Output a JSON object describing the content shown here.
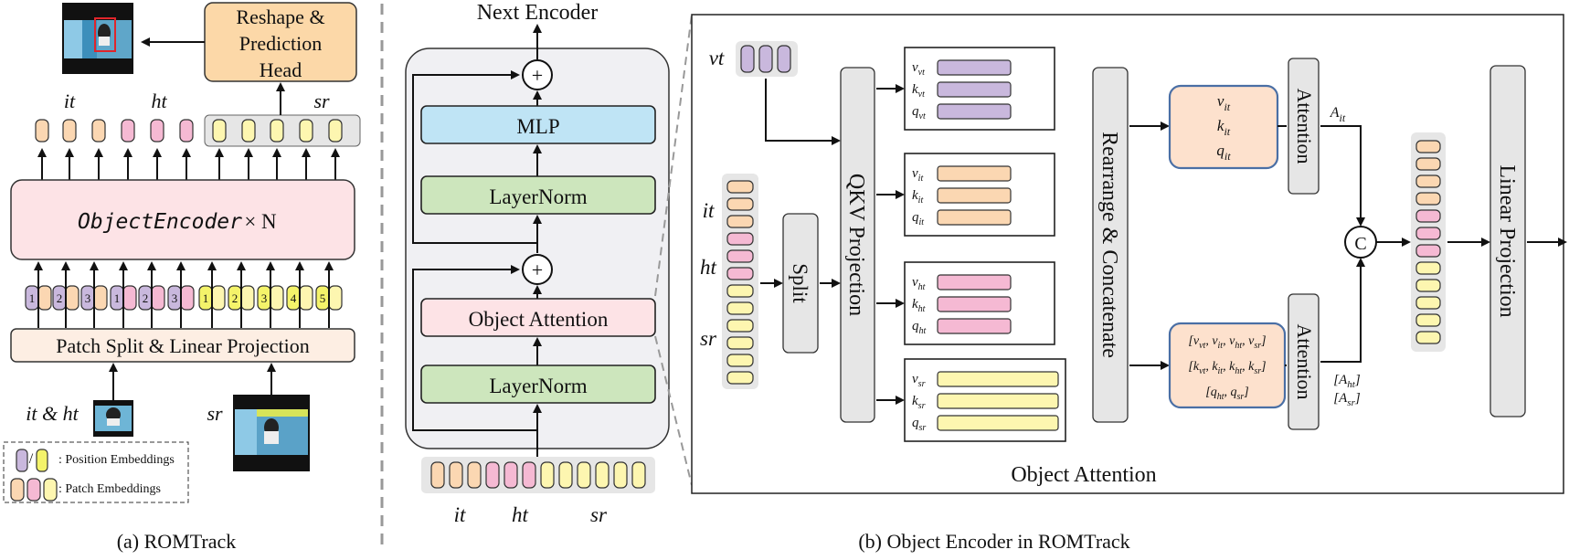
{
  "panel_a": {
    "caption": "(a) ROMTrack",
    "head_label": [
      "Reshape &",
      "Prediction",
      "Head"
    ],
    "encoder_label": "ObjectEncoder",
    "encoder_times": "× N",
    "patch_label": "Patch Split & Linear Projection",
    "tok_it": "it",
    "tok_ht": "ht",
    "tok_sr": "sr",
    "input_itht": "it & ht",
    "input_sr": "sr",
    "legend_pos": ": Position Embeddings",
    "legend_patch": ": Patch Embeddings",
    "legend_slash": "/",
    "pos_numbers": [
      "1",
      "2",
      "3",
      "1",
      "2",
      "3",
      "1",
      "2",
      "3",
      "4",
      "5"
    ]
  },
  "panel_b": {
    "caption": "(b) Object Encoder in ROMTrack",
    "next_encoder": "Next Encoder",
    "mlp": "MLP",
    "layernorm_top": "LayerNorm",
    "object_attention_block": "Object Attention",
    "layernorm_bottom": "LayerNorm",
    "plus": "+",
    "bottom_it": "it",
    "bottom_ht": "ht",
    "bottom_sr": "sr"
  },
  "panel_c": {
    "title": "Object Attention",
    "vt": "vt",
    "it": "it",
    "ht": "ht",
    "sr": "sr",
    "split": "Split",
    "qkv_projection": "QKV Projection",
    "rearrange": "Rearrange & Concatenate",
    "attention_top": "Attention",
    "attention_bottom": "Attention",
    "linear_projection": "Linear Projection",
    "concat_symbol": "C",
    "a_it": "A",
    "a_it_sub": "it",
    "a_ht": "A",
    "a_ht_sub": "ht",
    "a_sr": "A",
    "a_sr_sub": "sr",
    "qkv_groups": [
      {
        "v": "v",
        "k": "k",
        "q": "q",
        "sub": "vt"
      },
      {
        "v": "v",
        "k": "k",
        "q": "q",
        "sub": "it"
      },
      {
        "v": "v",
        "k": "k",
        "q": "q",
        "sub": "ht"
      },
      {
        "v": "v",
        "k": "k",
        "q": "q",
        "sub": "sr"
      }
    ],
    "top_box": {
      "v": "v",
      "k": "k",
      "q": "q",
      "sub": "it"
    },
    "bottom_box_rows": [
      "[v_vt, v_it, v_ht, v_sr]",
      "[k_vt, k_it, k_ht, k_sr]",
      "[q_ht, q_sr]"
    ]
  },
  "colors": {
    "orange_token": "#fbd7b2",
    "pink_token": "#f5b9d3",
    "yellow_token": "#fdf6b0",
    "purple_token": "#c9b8dd",
    "bright_yellow": "#f4f36a",
    "encoder_fill": "#fde3e6",
    "mlp_fill": "#bfe4f5",
    "layernorm_fill": "#cde6bd",
    "head_fill": "#fcd8a8",
    "patch_fill": "#fdeee3",
    "gray_box": "#e6e6e6",
    "attn_box": "#fde1cd",
    "blue_border": "#4a6fa5"
  }
}
